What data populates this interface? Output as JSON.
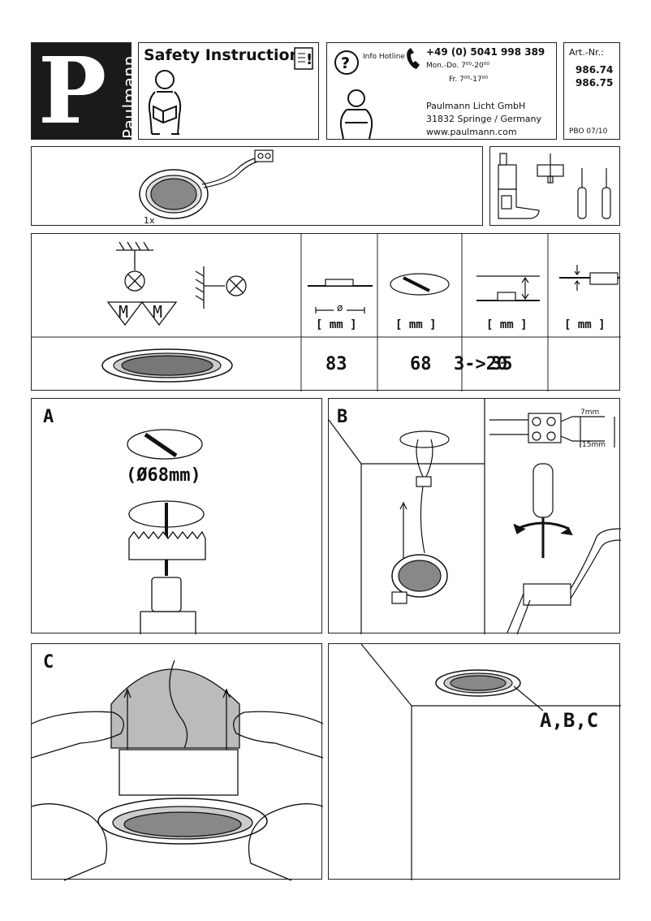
{
  "brand": {
    "logo_letter": "P",
    "logo_word": "Paulmann"
  },
  "safety": {
    "title": "Safety Instructions"
  },
  "hotline": {
    "label": "Info Hotline",
    "phone": "+49 (0) 5041 998 389",
    "hours_mon_thu": "Mon.-Do. 7⁰⁰-20⁰⁰",
    "hours_fri": "Fr.  7⁰⁰-17⁰⁰",
    "company": "Paulmann Licht GmbH",
    "city": "31832 Springe / Germany",
    "web": "www.paulmann.com"
  },
  "article": {
    "label": "Art.-Nr.:",
    "numbers": [
      "986.74",
      "986.75"
    ],
    "code": "PBO 07/10"
  },
  "contents": {
    "quantity": "1x"
  },
  "dimensions": {
    "unit_label": "[ mm ]",
    "diameter_symbol": "ø",
    "mounting_marks": [
      "M",
      "M"
    ],
    "values": [
      "83",
      "68",
      "3->20",
      "35"
    ]
  },
  "steps": {
    "a": {
      "letter": "A",
      "hole": "(Ø68mm)"
    },
    "b": {
      "letter": "B",
      "strip_long": "15mm",
      "strip_short": "7mm"
    },
    "c": {
      "letter": "C"
    },
    "final": {
      "label": "A,B,C"
    }
  }
}
